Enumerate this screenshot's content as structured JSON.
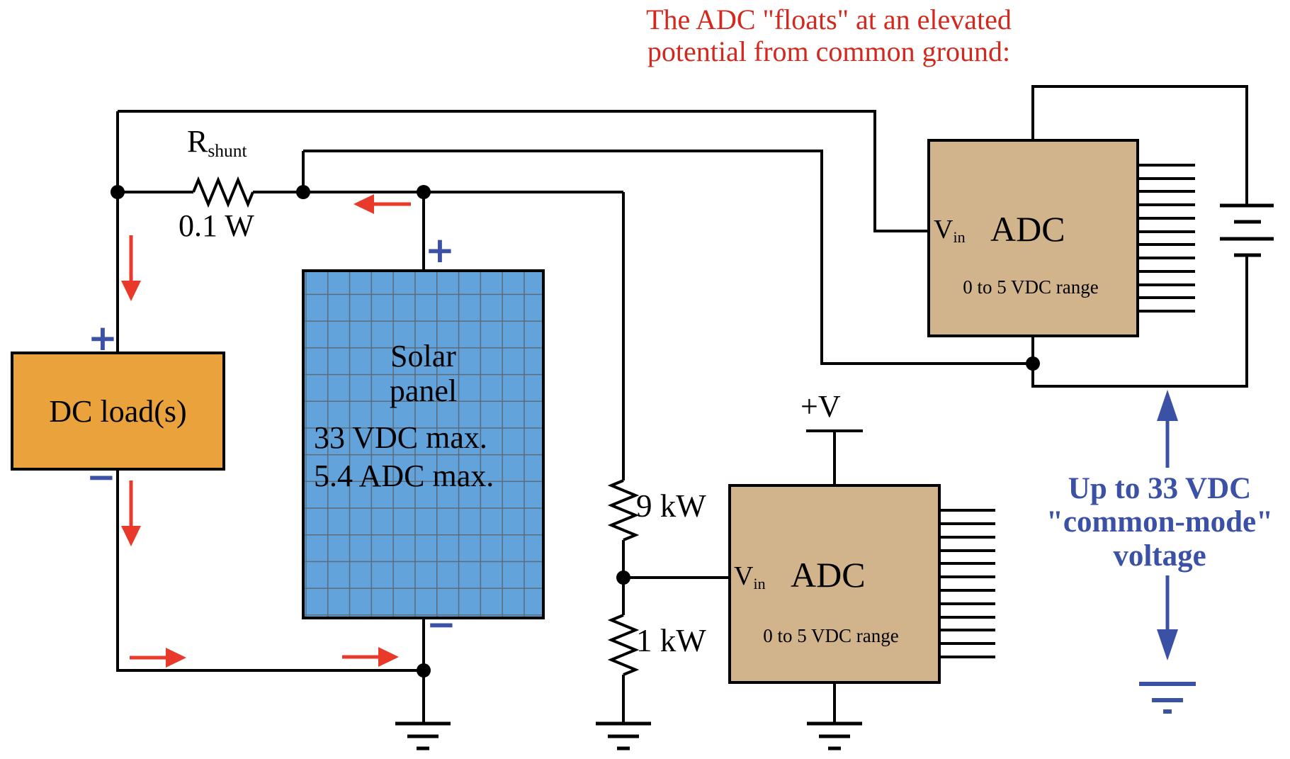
{
  "title": {
    "line1": "The ADC \"floats\" at an elevated",
    "line2": "potential from common ground:"
  },
  "shunt": {
    "ref": "R",
    "ref_sub": "shunt",
    "value": "0.1 W"
  },
  "dc_load": {
    "label": "DC load(s)",
    "polarity_plus": "+",
    "polarity_minus": "−"
  },
  "solar_panel": {
    "name_line1": "Solar",
    "name_line2": "panel",
    "spec_voltage": "33 VDC max.",
    "spec_current": "5.4 ADC max.",
    "polarity_plus": "+",
    "polarity_minus": "−"
  },
  "divider": {
    "top_resistor": "9 kW",
    "bottom_resistor": "1 kW"
  },
  "adc_upper": {
    "vin": "V",
    "vin_sub": "in",
    "name": "ADC",
    "range": "0 to 5 VDC range"
  },
  "adc_lower": {
    "power": "+V",
    "vin": "V",
    "vin_sub": "in",
    "name": "ADC",
    "range": "0 to 5 VDC range"
  },
  "annotation": {
    "line1": "Up to 33 VDC",
    "line2": "\"common-mode\"",
    "line3": "voltage"
  },
  "colors": {
    "wire": "#000000",
    "red_text": "#d3281e",
    "red_arrow": "#e8392b",
    "blue": "#3a51a5",
    "dc_load_fill": "#e9a23c",
    "adc_fill": "#d2b48c",
    "panel_fill": "#62a3db",
    "panel_grid": "#5b6b7a"
  }
}
